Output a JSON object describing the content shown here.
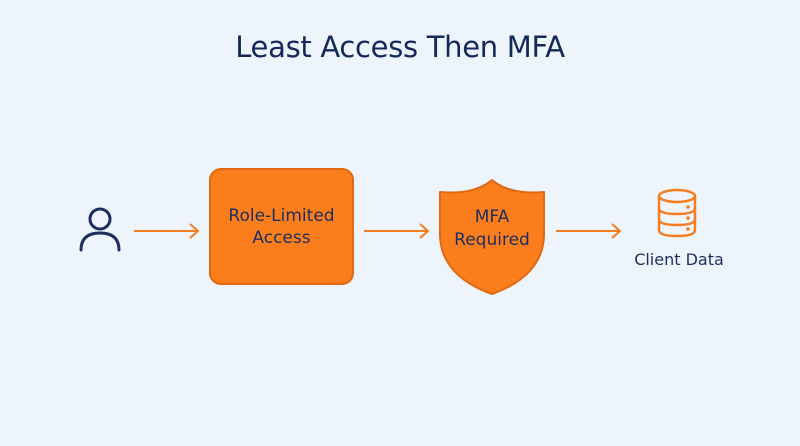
{
  "diagram": {
    "title": "Least Access Then MFA",
    "nodes": {
      "role_box": {
        "line1": "Role-Limited",
        "line2": "Access"
      },
      "mfa_shield": {
        "line1": "MFA",
        "line2": "Required"
      },
      "client_data": {
        "label": "Client Data"
      }
    },
    "icons": {
      "user": "user-icon",
      "shield": "shield-icon",
      "database": "database-icon",
      "arrow": "arrow-right-icon"
    },
    "colors": {
      "background": "#eef4fc",
      "accent": "#fb7d1b",
      "text": "#1b2f5e"
    }
  }
}
